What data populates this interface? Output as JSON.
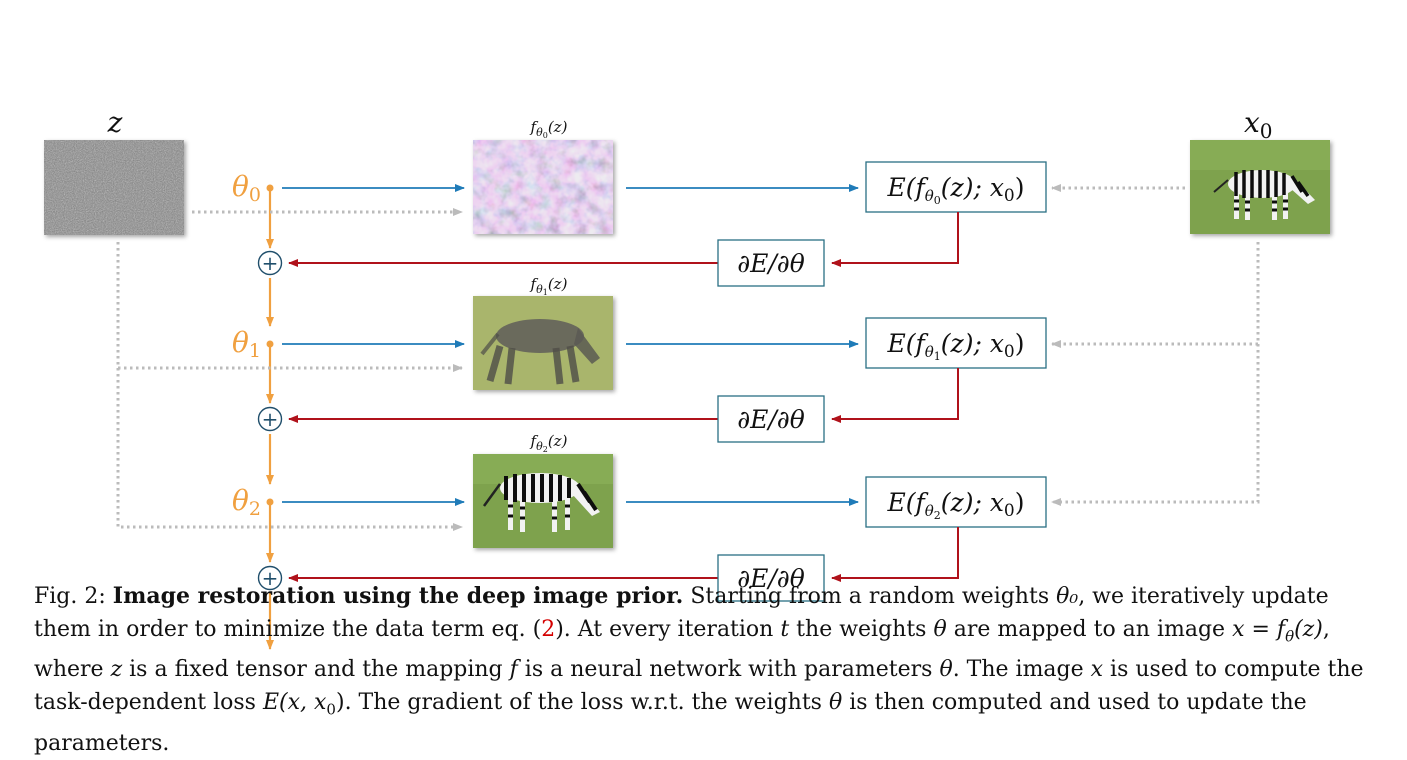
{
  "diagram": {
    "z_label": "z",
    "x0_label": "x",
    "x0_sub": "0",
    "theta_labels": [
      {
        "sym": "θ",
        "sub": "0"
      },
      {
        "sym": "θ",
        "sub": "1"
      },
      {
        "sym": "θ",
        "sub": "2"
      }
    ],
    "f_labels": [
      {
        "base": "f",
        "sub": "θ",
        "subsub": "0",
        "arg": "(z)"
      },
      {
        "base": "f",
        "sub": "θ",
        "subsub": "1",
        "arg": "(z)"
      },
      {
        "base": "f",
        "sub": "θ",
        "subsub": "2",
        "arg": "(z)"
      }
    ],
    "energy_boxes": [
      {
        "pre": "E(f",
        "sub": "θ",
        "subsub": "0",
        "post": "(z); x",
        "x0sub": "0",
        "close": ")"
      },
      {
        "pre": "E(f",
        "sub": "θ",
        "subsub": "1",
        "post": "(z); x",
        "x0sub": "0",
        "close": ")"
      },
      {
        "pre": "E(f",
        "sub": "θ",
        "subsub": "2",
        "post": "(z); x",
        "x0sub": "0",
        "close": ")"
      }
    ],
    "grad_label": "∂E/∂θ",
    "plus_symbol": "+",
    "colors": {
      "orange": "#f0a040",
      "blue": "#1f7bb8",
      "red": "#b0121b",
      "gray_dots": "#b8b8b8",
      "box_border": "#2a6f84"
    }
  },
  "caption": {
    "fig": "Fig. 2: ",
    "title": "Image restoration using the deep image prior.",
    "s1": " Starting from a random weights ",
    "theta0": "θ₀",
    "s2": ", we iteratively update them in order to minimize the data term eq. (",
    "ref": "2",
    "s3": "). At every iteration ",
    "t": "t",
    "s4": " the weights ",
    "theta": "θ",
    "s5": " are mapped to an image ",
    "x_eq": "x = f",
    "ftheta_sub": "θ",
    "fz": "(z)",
    "s6": ", where ",
    "z": "z",
    "s7": " is a fixed tensor and the mapping ",
    "f": "f",
    "s8": " is a neural network with parameters ",
    "theta2": "θ",
    "s9": ". The image ",
    "x": "x",
    "s10": " is used to compute the task-dependent loss ",
    "Ex": "E(x, x",
    "Ex_sub": "0",
    "Ex_close": ")",
    "s11": ". The gradient of the loss w.r.t. the weights ",
    "theta3": "θ",
    "s12": " is then computed and used to update the parameters."
  }
}
